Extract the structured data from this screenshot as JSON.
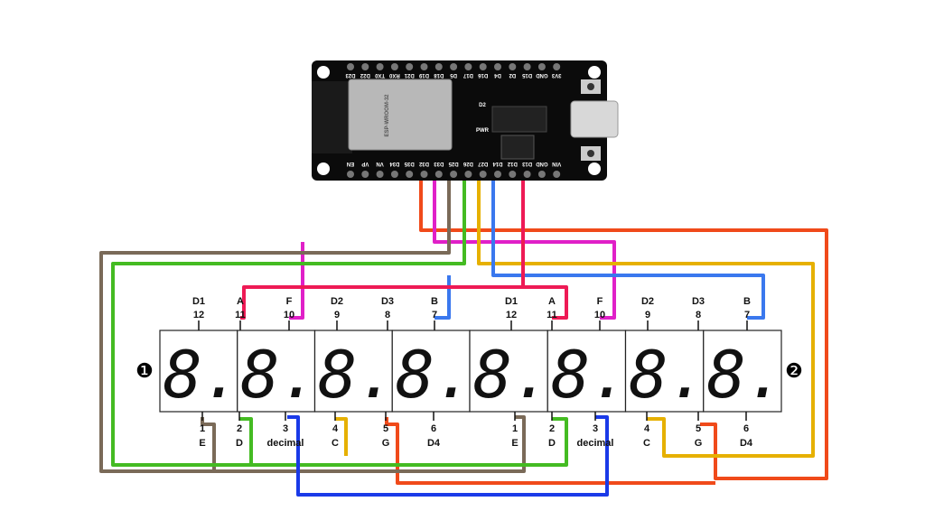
{
  "board": {
    "module_label": "ESP-WROOM-32",
    "top_pins": [
      "D23",
      "D22",
      "TX0",
      "RX0",
      "D21",
      "D19",
      "D18",
      "D5",
      "D17",
      "D16",
      "D4",
      "D2",
      "D15",
      "GND",
      "3V3"
    ],
    "bottom_pins": [
      "EN",
      "VP",
      "VN",
      "D34",
      "D35",
      "D32",
      "D33",
      "D25",
      "D26",
      "D27",
      "D14",
      "D12",
      "D13",
      "GND",
      "VIN"
    ],
    "silk_labels": [
      "D2",
      "PWR"
    ]
  },
  "displays": [
    {
      "marker": "❶",
      "top_pins": [
        {
          "seg": "D1",
          "num": "12"
        },
        {
          "seg": "A",
          "num": "11"
        },
        {
          "seg": "F",
          "num": "10"
        },
        {
          "seg": "D2",
          "num": "9"
        },
        {
          "seg": "D3",
          "num": "8"
        },
        {
          "seg": "B",
          "num": "7"
        }
      ],
      "bottom_pins": [
        {
          "seg": "E",
          "num": "1"
        },
        {
          "seg": "D",
          "num": "2"
        },
        {
          "seg": "decimal",
          "num": "3"
        },
        {
          "seg": "C",
          "num": "4"
        },
        {
          "seg": "G",
          "num": "5"
        },
        {
          "seg": "D4",
          "num": "6"
        }
      ],
      "digits": [
        "8.",
        "8.",
        "8.",
        "8."
      ]
    },
    {
      "marker": "❷",
      "top_pins": [
        {
          "seg": "D1",
          "num": "12"
        },
        {
          "seg": "A",
          "num": "11"
        },
        {
          "seg": "F",
          "num": "10"
        },
        {
          "seg": "D2",
          "num": "9"
        },
        {
          "seg": "D3",
          "num": "8"
        },
        {
          "seg": "B",
          "num": "7"
        }
      ],
      "bottom_pins": [
        {
          "seg": "E",
          "num": "1"
        },
        {
          "seg": "D",
          "num": "2"
        },
        {
          "seg": "decimal",
          "num": "3"
        },
        {
          "seg": "C",
          "num": "4"
        },
        {
          "seg": "G",
          "num": "5"
        },
        {
          "seg": "D4",
          "num": "6"
        }
      ],
      "digits": [
        "8.",
        "8.",
        "8.",
        "8."
      ]
    }
  ],
  "wires": [
    {
      "pin": "D32",
      "to": "G",
      "color": "#f04a1a"
    },
    {
      "pin": "D33",
      "to": "F",
      "color": "#e020c8"
    },
    {
      "pin": "D25",
      "to": "E",
      "color": "#7a6a58"
    },
    {
      "pin": "D26",
      "to": "D",
      "color": "#44bb22"
    },
    {
      "pin": "D27",
      "to": "C",
      "color": "#e6b000"
    },
    {
      "pin": "D14",
      "to": "B",
      "color": "#3a78ee"
    },
    {
      "pin": "D13",
      "to": "A",
      "color": "#ee1a55"
    },
    {
      "pin": "decimal",
      "to": "decimal",
      "color": "#1a3ae8"
    }
  ]
}
